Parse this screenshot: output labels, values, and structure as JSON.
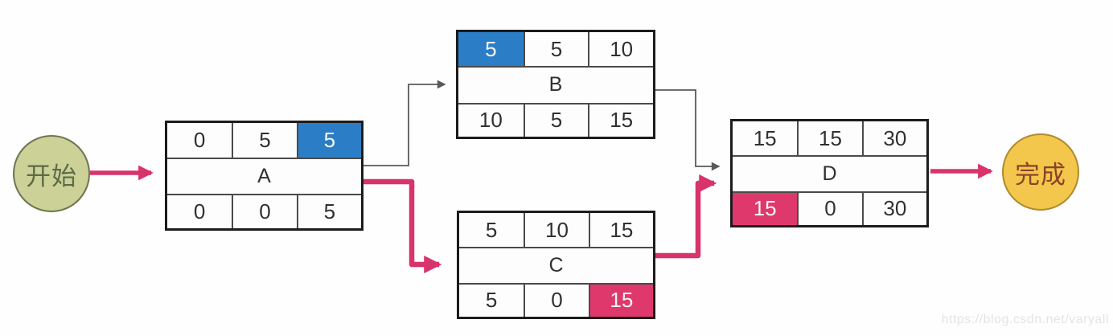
{
  "diagram": {
    "type": "activity-on-node network (PERT/CPM)",
    "start": {
      "label": "开始"
    },
    "finish": {
      "label": "完成"
    },
    "nodes": [
      {
        "label": "A",
        "top": [
          "0",
          "5",
          "5"
        ],
        "bottom": [
          "0",
          "0",
          "5"
        ],
        "highlight": "top-right-blue"
      },
      {
        "label": "B",
        "top": [
          "5",
          "5",
          "10"
        ],
        "bottom": [
          "10",
          "5",
          "15"
        ],
        "highlight": "top-left-blue"
      },
      {
        "label": "C",
        "top": [
          "5",
          "10",
          "15"
        ],
        "bottom": [
          "5",
          "0",
          "15"
        ],
        "highlight": "bottom-right-pink"
      },
      {
        "label": "D",
        "top": [
          "15",
          "15",
          "30"
        ],
        "bottom": [
          "15",
          "0",
          "30"
        ],
        "highlight": "bottom-left-pink"
      }
    ],
    "edges": [
      {
        "from": "start",
        "to": "A",
        "critical": true
      },
      {
        "from": "A",
        "to": "B",
        "critical": false
      },
      {
        "from": "A",
        "to": "C",
        "critical": true
      },
      {
        "from": "B",
        "to": "D",
        "critical": false
      },
      {
        "from": "C",
        "to": "D",
        "critical": true
      },
      {
        "from": "D",
        "to": "finish",
        "critical": true
      }
    ],
    "colors": {
      "critical": "#d8336c",
      "normal": "#5a5a5a",
      "highlight_blue": "#2b7ec6",
      "highlight_pink": "#df386d",
      "start_fill": "#cbd197",
      "finish_fill": "#f2c74b"
    },
    "watermark": "https://blog.csdn.net/varyall"
  }
}
